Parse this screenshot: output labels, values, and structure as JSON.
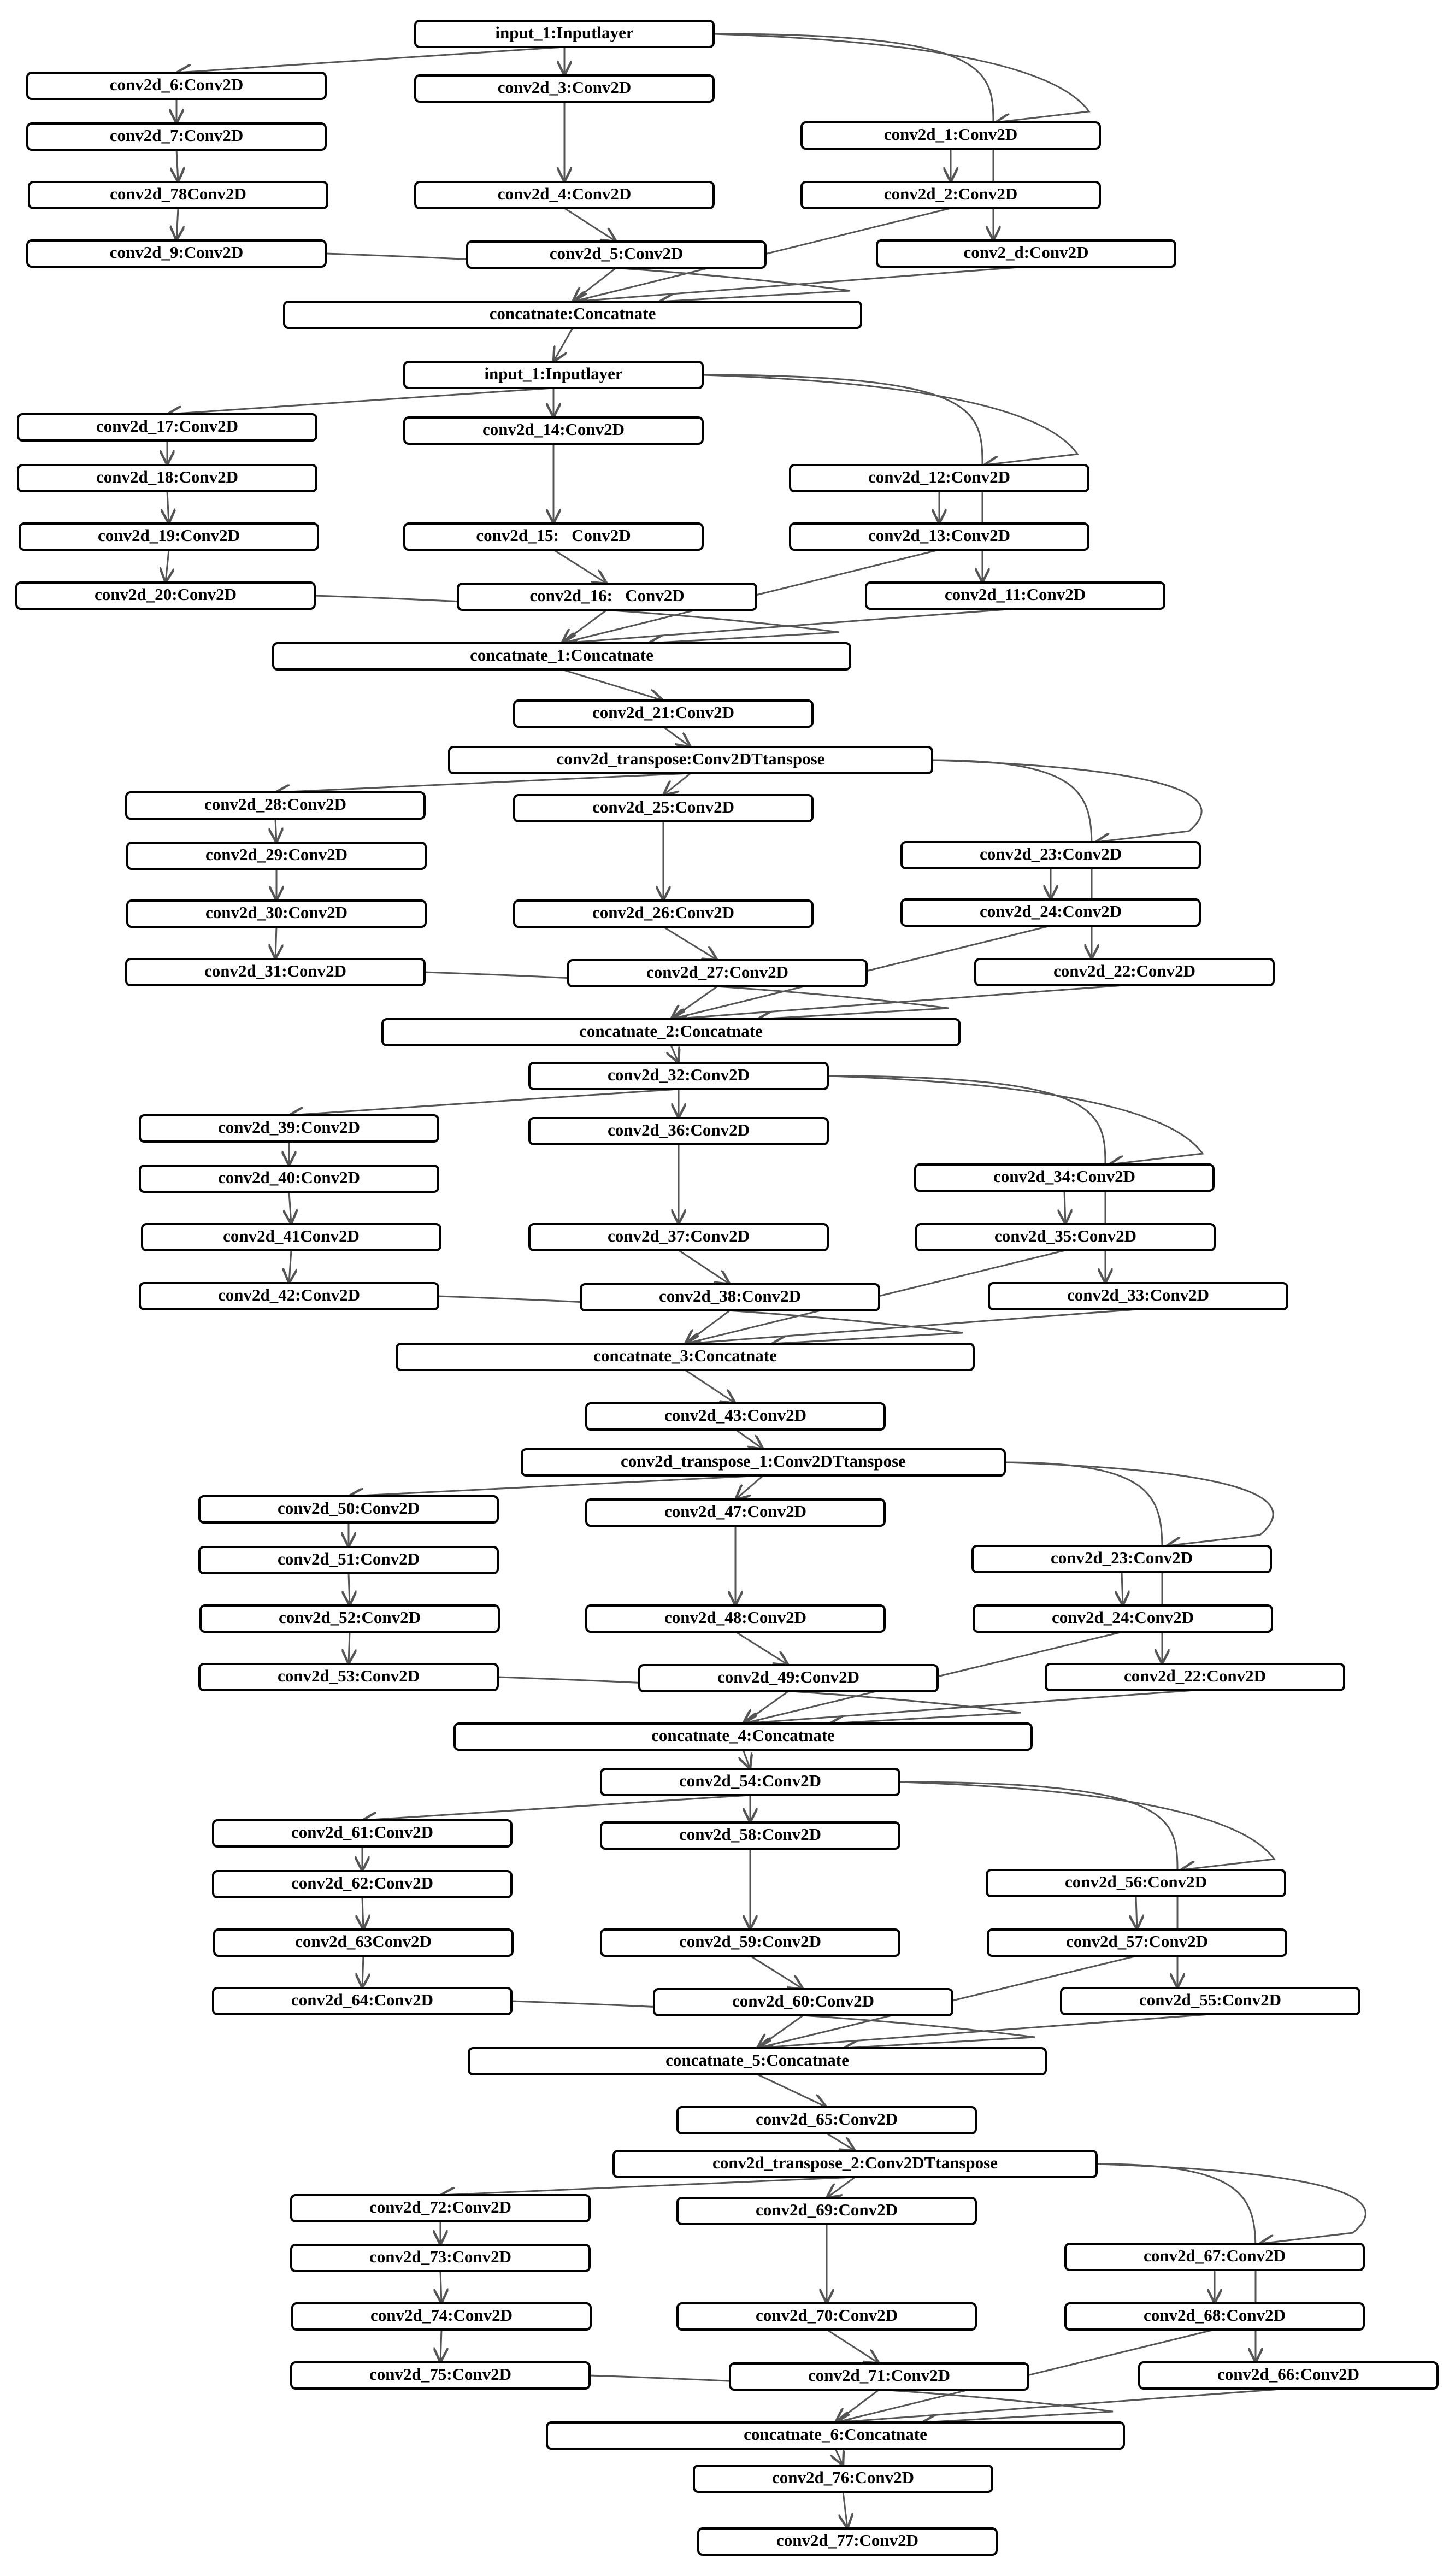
{
  "nodes": [
    {
      "id": "n0",
      "label": "input_1:Inputlayer"
    },
    {
      "id": "n1",
      "label": "conv2d_6:Conv2D"
    },
    {
      "id": "n2",
      "label": "conv2d_3:Conv2D"
    },
    {
      "id": "n3",
      "label": "conv2d_7:Conv2D"
    },
    {
      "id": "n4",
      "label": "conv2d_1:Conv2D"
    },
    {
      "id": "n5",
      "label": "conv2d_78Conv2D"
    },
    {
      "id": "n6",
      "label": "conv2d_4:Conv2D"
    },
    {
      "id": "n7",
      "label": "conv2d_2:Conv2D"
    },
    {
      "id": "n8",
      "label": "conv2d_9:Conv2D"
    },
    {
      "id": "n9",
      "label": "conv2d_5:Conv2D"
    },
    {
      "id": "n10",
      "label": "conv2_d:Conv2D"
    },
    {
      "id": "n11",
      "label": "concatnate:Concatnate"
    },
    {
      "id": "n12",
      "label": "input_1:Inputlayer"
    },
    {
      "id": "n13",
      "label": "conv2d_17:Conv2D"
    },
    {
      "id": "n14",
      "label": "conv2d_14:Conv2D"
    },
    {
      "id": "n15",
      "label": "conv2d_18:Conv2D"
    },
    {
      "id": "n16",
      "label": "conv2d_12:Conv2D"
    },
    {
      "id": "n17",
      "label": "conv2d_19:Conv2D"
    },
    {
      "id": "n18",
      "label": "conv2d_15:   Conv2D"
    },
    {
      "id": "n19",
      "label": "conv2d_13:Conv2D"
    },
    {
      "id": "n20",
      "label": "conv2d_20:Conv2D"
    },
    {
      "id": "n21",
      "label": "conv2d_16:   Conv2D"
    },
    {
      "id": "n22",
      "label": "conv2d_11:Conv2D"
    },
    {
      "id": "n23",
      "label": "concatnate_1:Concatnate"
    },
    {
      "id": "n24",
      "label": "conv2d_21:Conv2D"
    },
    {
      "id": "n25",
      "label": "conv2d_transpose:Conv2DTtanspose"
    },
    {
      "id": "n26",
      "label": "conv2d_28:Conv2D"
    },
    {
      "id": "n27",
      "label": "conv2d_25:Conv2D"
    },
    {
      "id": "n28",
      "label": "conv2d_29:Conv2D"
    },
    {
      "id": "n29",
      "label": "conv2d_23:Conv2D"
    },
    {
      "id": "n30",
      "label": "conv2d_30:Conv2D"
    },
    {
      "id": "n31",
      "label": "conv2d_26:Conv2D"
    },
    {
      "id": "n32",
      "label": "conv2d_24:Conv2D"
    },
    {
      "id": "n33",
      "label": "conv2d_31:Conv2D"
    },
    {
      "id": "n34",
      "label": "conv2d_27:Conv2D"
    },
    {
      "id": "n35",
      "label": "conv2d_22:Conv2D"
    },
    {
      "id": "n36",
      "label": "concatnate_2:Concatnate"
    },
    {
      "id": "n37",
      "label": "conv2d_32:Conv2D"
    },
    {
      "id": "n38",
      "label": "conv2d_39:Conv2D"
    },
    {
      "id": "n39",
      "label": "conv2d_36:Conv2D"
    },
    {
      "id": "n40",
      "label": "conv2d_40:Conv2D"
    },
    {
      "id": "n41",
      "label": "conv2d_34:Conv2D"
    },
    {
      "id": "n42",
      "label": "conv2d_41Conv2D"
    },
    {
      "id": "n43",
      "label": "conv2d_37:Conv2D"
    },
    {
      "id": "n44",
      "label": "conv2d_35:Conv2D"
    },
    {
      "id": "n45",
      "label": "conv2d_42:Conv2D"
    },
    {
      "id": "n46",
      "label": "conv2d_38:Conv2D"
    },
    {
      "id": "n47",
      "label": "conv2d_33:Conv2D"
    },
    {
      "id": "n48",
      "label": "concatnate_3:Concatnate"
    },
    {
      "id": "n49",
      "label": "conv2d_43:Conv2D"
    },
    {
      "id": "n50",
      "label": "conv2d_transpose_1:Conv2DTtanspose"
    },
    {
      "id": "n51",
      "label": "conv2d_50:Conv2D"
    },
    {
      "id": "n52",
      "label": "conv2d_47:Conv2D"
    },
    {
      "id": "n53",
      "label": "conv2d_51:Conv2D"
    },
    {
      "id": "n54",
      "label": "conv2d_23:Conv2D"
    },
    {
      "id": "n55",
      "label": "conv2d_52:Conv2D"
    },
    {
      "id": "n56",
      "label": "conv2d_48:Conv2D"
    },
    {
      "id": "n57",
      "label": "conv2d_24:Conv2D"
    },
    {
      "id": "n58",
      "label": "conv2d_53:Conv2D"
    },
    {
      "id": "n59",
      "label": "conv2d_49:Conv2D"
    },
    {
      "id": "n60",
      "label": "conv2d_22:Conv2D"
    },
    {
      "id": "n61",
      "label": "concatnate_4:Concatnate"
    },
    {
      "id": "n62",
      "label": "conv2d_54:Conv2D"
    },
    {
      "id": "n63",
      "label": "conv2d_61:Conv2D"
    },
    {
      "id": "n64",
      "label": "conv2d_58:Conv2D"
    },
    {
      "id": "n65",
      "label": "conv2d_62:Conv2D"
    },
    {
      "id": "n66",
      "label": "conv2d_56:Conv2D"
    },
    {
      "id": "n67",
      "label": "conv2d_63Conv2D"
    },
    {
      "id": "n68",
      "label": "conv2d_59:Conv2D"
    },
    {
      "id": "n69",
      "label": "conv2d_57:Conv2D"
    },
    {
      "id": "n70",
      "label": "conv2d_64:Conv2D"
    },
    {
      "id": "n71",
      "label": "conv2d_60:Conv2D"
    },
    {
      "id": "n72",
      "label": "conv2d_55:Conv2D"
    },
    {
      "id": "n73",
      "label": "concatnate_5:Concatnate"
    },
    {
      "id": "n74",
      "label": "conv2d_65:Conv2D"
    },
    {
      "id": "n75",
      "label": "conv2d_transpose_2:Conv2DTtanspose"
    },
    {
      "id": "n76",
      "label": "conv2d_72:Conv2D"
    },
    {
      "id": "n77",
      "label": "conv2d_69:Conv2D"
    },
    {
      "id": "n78",
      "label": "conv2d_73:Conv2D"
    },
    {
      "id": "n79",
      "label": "conv2d_67:Conv2D"
    },
    {
      "id": "n80",
      "label": "conv2d_74:Conv2D"
    },
    {
      "id": "n81",
      "label": "conv2d_70:Conv2D"
    },
    {
      "id": "n82",
      "label": "conv2d_68:Conv2D"
    },
    {
      "id": "n83",
      "label": "conv2d_75:Conv2D"
    },
    {
      "id": "n84",
      "label": "conv2d_71:Conv2D"
    },
    {
      "id": "n85",
      "label": "conv2d_66:Conv2D"
    },
    {
      "id": "n86",
      "label": "concatnate_6:Concatnate"
    },
    {
      "id": "n87",
      "label": "conv2d_76:Conv2D"
    },
    {
      "id": "n88",
      "label": "conv2d_77:Conv2D"
    }
  ],
  "edges": [
    [
      "n0",
      "n1"
    ],
    [
      "n0",
      "n2"
    ],
    [
      "n0",
      "n4"
    ],
    [
      "n0",
      "n10"
    ],
    [
      "n1",
      "n3"
    ],
    [
      "n3",
      "n5"
    ],
    [
      "n5",
      "n8"
    ],
    [
      "n2",
      "n6"
    ],
    [
      "n6",
      "n9"
    ],
    [
      "n4",
      "n7"
    ],
    [
      "n8",
      "n11"
    ],
    [
      "n9",
      "n11"
    ],
    [
      "n7",
      "n11"
    ],
    [
      "n10",
      "n11"
    ],
    [
      "n11",
      "n12"
    ],
    [
      "n12",
      "n13"
    ],
    [
      "n12",
      "n14"
    ],
    [
      "n12",
      "n16"
    ],
    [
      "n12",
      "n22"
    ],
    [
      "n13",
      "n15"
    ],
    [
      "n15",
      "n17"
    ],
    [
      "n17",
      "n20"
    ],
    [
      "n14",
      "n18"
    ],
    [
      "n18",
      "n21"
    ],
    [
      "n16",
      "n19"
    ],
    [
      "n20",
      "n23"
    ],
    [
      "n21",
      "n23"
    ],
    [
      "n19",
      "n23"
    ],
    [
      "n22",
      "n23"
    ],
    [
      "n23",
      "n24"
    ],
    [
      "n24",
      "n25"
    ],
    [
      "n25",
      "n26"
    ],
    [
      "n25",
      "n27"
    ],
    [
      "n25",
      "n29"
    ],
    [
      "n25",
      "n35"
    ],
    [
      "n26",
      "n28"
    ],
    [
      "n28",
      "n30"
    ],
    [
      "n30",
      "n33"
    ],
    [
      "n27",
      "n31"
    ],
    [
      "n31",
      "n34"
    ],
    [
      "n29",
      "n32"
    ],
    [
      "n33",
      "n36"
    ],
    [
      "n34",
      "n36"
    ],
    [
      "n32",
      "n36"
    ],
    [
      "n35",
      "n36"
    ],
    [
      "n36",
      "n37"
    ],
    [
      "n37",
      "n38"
    ],
    [
      "n37",
      "n39"
    ],
    [
      "n37",
      "n41"
    ],
    [
      "n37",
      "n47"
    ],
    [
      "n38",
      "n40"
    ],
    [
      "n40",
      "n42"
    ],
    [
      "n42",
      "n45"
    ],
    [
      "n39",
      "n43"
    ],
    [
      "n43",
      "n46"
    ],
    [
      "n41",
      "n44"
    ],
    [
      "n45",
      "n48"
    ],
    [
      "n46",
      "n48"
    ],
    [
      "n44",
      "n48"
    ],
    [
      "n47",
      "n48"
    ],
    [
      "n48",
      "n49"
    ],
    [
      "n49",
      "n50"
    ],
    [
      "n50",
      "n51"
    ],
    [
      "n50",
      "n52"
    ],
    [
      "n50",
      "n54"
    ],
    [
      "n50",
      "n60"
    ],
    [
      "n51",
      "n53"
    ],
    [
      "n53",
      "n55"
    ],
    [
      "n55",
      "n58"
    ],
    [
      "n52",
      "n56"
    ],
    [
      "n56",
      "n59"
    ],
    [
      "n54",
      "n57"
    ],
    [
      "n58",
      "n61"
    ],
    [
      "n59",
      "n61"
    ],
    [
      "n57",
      "n61"
    ],
    [
      "n60",
      "n61"
    ],
    [
      "n61",
      "n62"
    ],
    [
      "n62",
      "n63"
    ],
    [
      "n62",
      "n64"
    ],
    [
      "n62",
      "n66"
    ],
    [
      "n62",
      "n72"
    ],
    [
      "n63",
      "n65"
    ],
    [
      "n65",
      "n67"
    ],
    [
      "n67",
      "n70"
    ],
    [
      "n64",
      "n68"
    ],
    [
      "n68",
      "n71"
    ],
    [
      "n66",
      "n69"
    ],
    [
      "n70",
      "n73"
    ],
    [
      "n71",
      "n73"
    ],
    [
      "n69",
      "n73"
    ],
    [
      "n72",
      "n73"
    ],
    [
      "n73",
      "n74"
    ],
    [
      "n74",
      "n75"
    ],
    [
      "n75",
      "n76"
    ],
    [
      "n75",
      "n77"
    ],
    [
      "n75",
      "n79"
    ],
    [
      "n75",
      "n85"
    ],
    [
      "n76",
      "n78"
    ],
    [
      "n78",
      "n80"
    ],
    [
      "n80",
      "n83"
    ],
    [
      "n77",
      "n81"
    ],
    [
      "n81",
      "n84"
    ],
    [
      "n79",
      "n82"
    ],
    [
      "n83",
      "n86"
    ],
    [
      "n84",
      "n86"
    ],
    [
      "n82",
      "n86"
    ],
    [
      "n85",
      "n86"
    ],
    [
      "n86",
      "n87"
    ],
    [
      "n87",
      "n88"
    ]
  ]
}
